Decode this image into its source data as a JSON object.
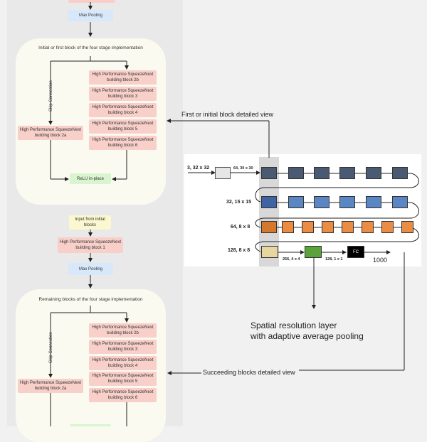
{
  "top": {
    "max_pooling": "Max Pooling"
  },
  "panel1": {
    "title": "Initial or first block of the four stage implementation",
    "skip": "Skip Connection",
    "b2a": "High Performance SqueezeNext building block 2a",
    "b2b": "High Performance SqueezeNext building block 2b",
    "b3": "High Performance SqueezeNext building block 3",
    "b4": "High Performance SqueezeNext building block 4",
    "b5": "High Performance SqueezeNext building block 5",
    "b6": "High Performance SqueezeNext building block 6",
    "relu": "ReLU in-place"
  },
  "middle": {
    "input": "Input from initial blocks",
    "b1": "High Performance SqueezeNext building block 1",
    "max_pooling": "Max Pooling"
  },
  "panel2": {
    "title": "Remaining blocks of the four stage implementation",
    "skip": "Skip Connection",
    "b2a": "High Performance SqueezeNext building block 2a",
    "b2b": "High Performance SqueezeNext building block 2b",
    "b3": "High Performance SqueezeNext building block 3",
    "b4": "High Performance SqueezeNext building block 4",
    "b5": "High Performance SqueezeNext building block 5",
    "b6": "High Performance SqueezeNext building block 6"
  },
  "annotations": {
    "first_view": "First or initial block detailed view",
    "spatial": "Spatial resolution layer",
    "spatial2": "with adaptive average pooling",
    "succeeding": "Succeeding blocks detailed view"
  },
  "detail": {
    "input": "3, 32 x 32",
    "s1": "64, 30 x 30",
    "r1": "32, 15 x 15",
    "r2": "64, 8 x 8",
    "r3": "128, 8 x 8",
    "s2": "256, 4 x 4",
    "s3": "128, 1 x 1",
    "fc": "FC",
    "out": "1000"
  }
}
